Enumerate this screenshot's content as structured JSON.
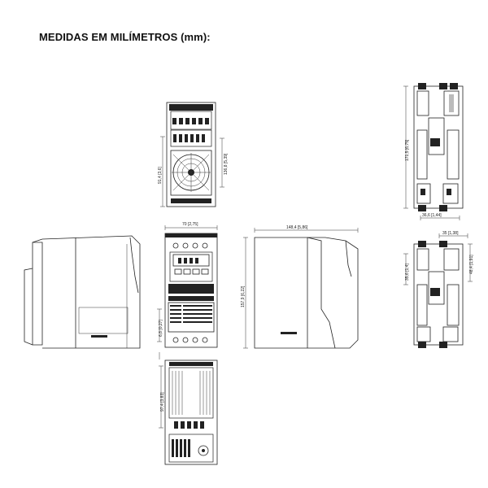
{
  "header": {
    "title": "MEDIDAS EM MILÍMETROS (mm):"
  },
  "dimensions": {
    "top_depth": "91,4 [3,6]",
    "top_fan_depth": "136,8 [5,39]",
    "front_width": "70 [2,75]",
    "front_height": "157,9 [6,22]",
    "front_bottom_offset": "6,8 [0,27]",
    "side_depth": "148,4 [5,86]",
    "bottom_depth": "97,4 [3,83]",
    "rear_height_top": "171,5 [6,75]",
    "rear_width_top": "36,6 [1,44]",
    "rear_width_bottom": "35 [1,38]",
    "rear_height_left": "35,6 [1,4]",
    "rear_height_right": "48,4 [1,91]"
  }
}
